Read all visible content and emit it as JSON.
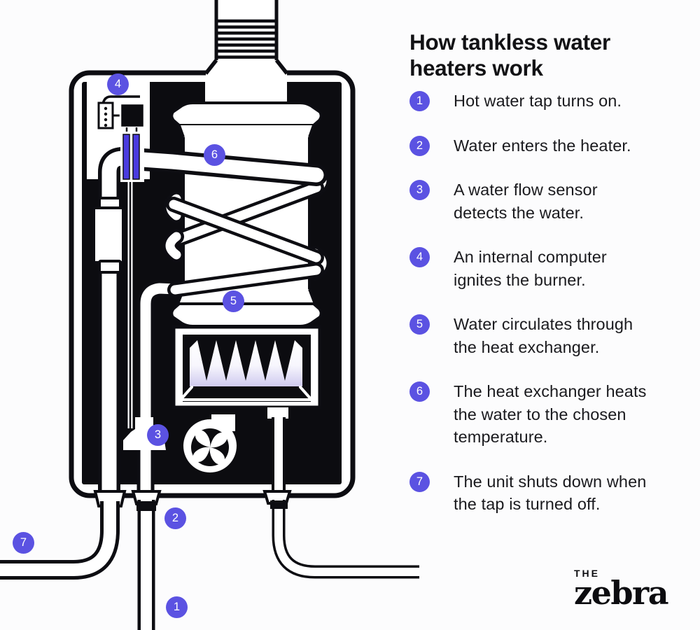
{
  "title": "How tankless water\nheaters work",
  "steps": [
    {
      "number": "1",
      "text": "Hot water tap turns on."
    },
    {
      "number": "2",
      "text": "Water enters the heater."
    },
    {
      "number": "3",
      "text": "A water flow sensor\ndetects the water."
    },
    {
      "number": "4",
      "text": "An internal computer\nignites the burner."
    },
    {
      "number": "5",
      "text": "Water circulates through\nthe heat exchanger."
    },
    {
      "number": "6",
      "text": "The heat exchanger heats\nthe water to the chosen\ntemperature."
    },
    {
      "number": "7",
      "text": "The unit shuts down when\nthe tap is turned off."
    }
  ],
  "diagram": {
    "badges": [
      {
        "number": "1"
      },
      {
        "number": "2"
      },
      {
        "number": "3"
      },
      {
        "number": "4"
      },
      {
        "number": "5"
      },
      {
        "number": "6"
      },
      {
        "number": "7"
      }
    ],
    "colors": {
      "accent": "#5b52e2",
      "igniter": "#4a3bdf",
      "ink": "#0d0d12",
      "flame_tint": "#cfcaef",
      "background": "#fcfcfd"
    }
  },
  "logo": {
    "the": "THE",
    "name": "zebra"
  }
}
